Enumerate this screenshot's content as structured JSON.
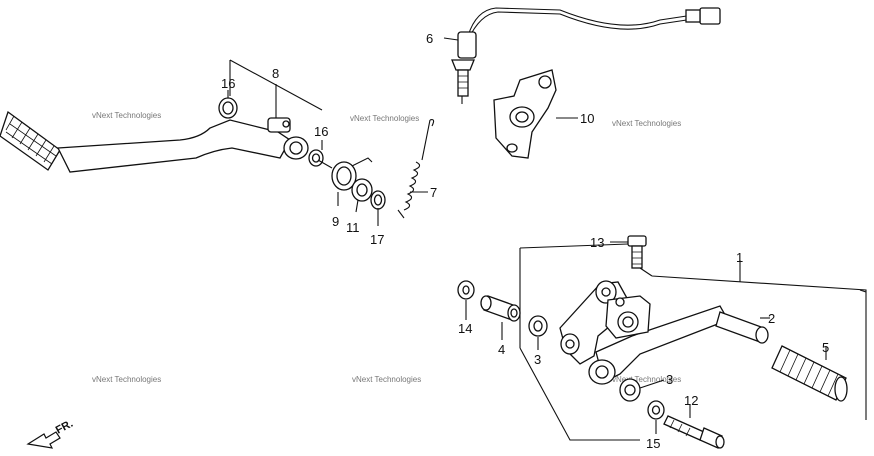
{
  "diagram": {
    "callouts": {
      "c1": "1",
      "c2": "2",
      "c3a": "3",
      "c3b": "3",
      "c4": "4",
      "c5": "5",
      "c6": "6",
      "c7": "7",
      "c8": "8",
      "c9": "9",
      "c10": "10",
      "c11": "11",
      "c12": "12",
      "c13": "13",
      "c14": "14",
      "c15": "15",
      "c16a": "16",
      "c16b": "16",
      "c17": "17"
    },
    "watermark": "vNext Technologies",
    "direction_label": "FR."
  }
}
